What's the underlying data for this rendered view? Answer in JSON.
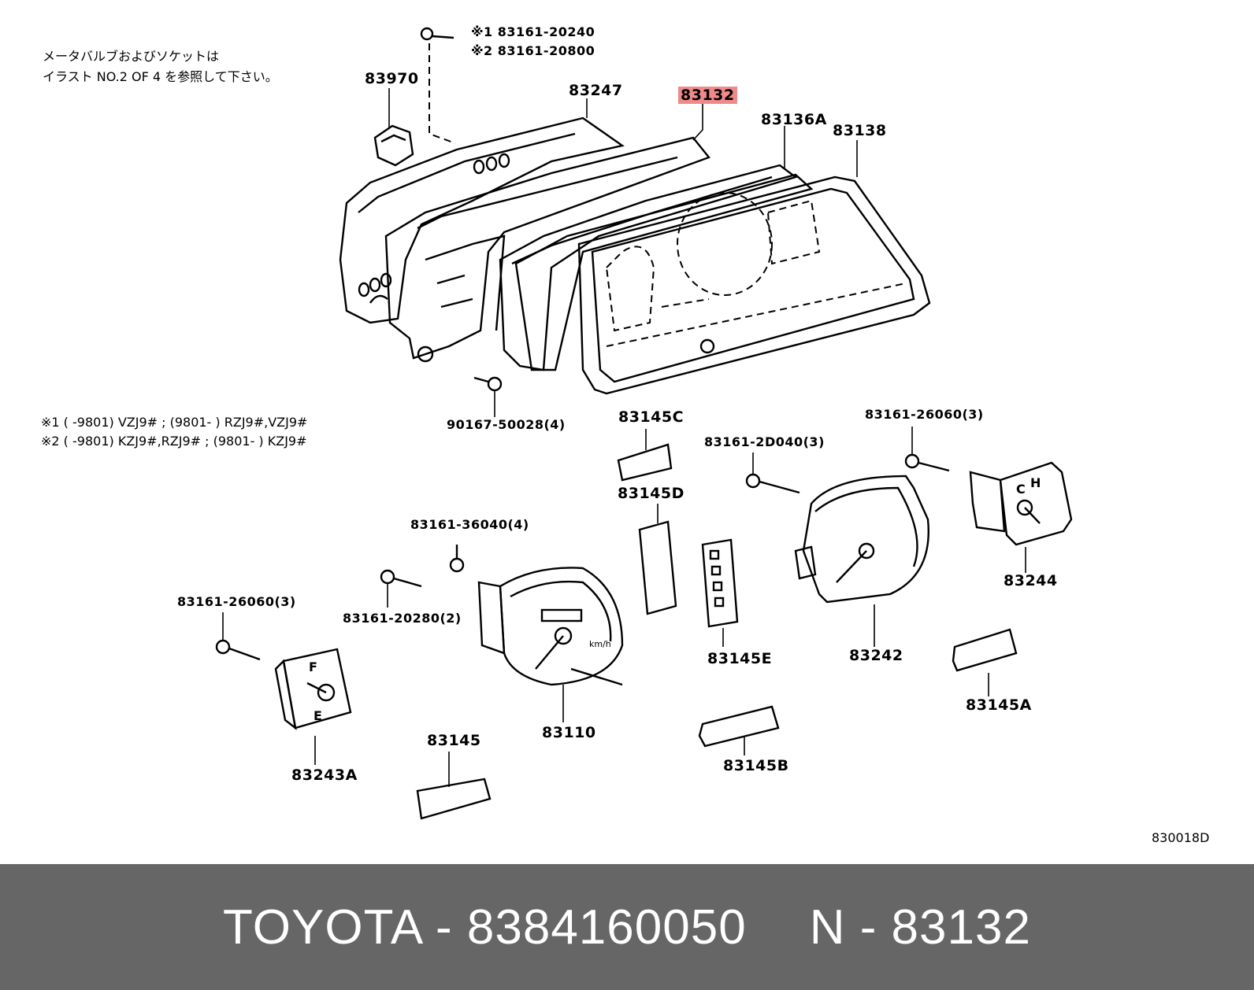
{
  "notes": {
    "bulb_note_line1": "メータバルブおよびソケットは",
    "bulb_note_line2": "イラスト  NO.2 OF 4 を参照して下さい。",
    "star1_line": "※1 (       -9801) VZJ9# ; (9801-       ) RZJ9#,VZJ9#",
    "star2_line": "※2 (       -9801) KZJ9#,RZJ9# ; (9801-       ) KZJ9#",
    "screw_star1": "※1 83161-20240",
    "screw_star2": "※2 83161-20800"
  },
  "parts": {
    "p83970": "83970",
    "p83247": "83247",
    "p83132": "83132",
    "p83136a": "83136A",
    "p83138": "83138",
    "p90167": "90167-50028(4)",
    "p83145c": "83145C",
    "p83145d": "83145D",
    "p83161_26060_right": "83161-26060(3)",
    "p83161_2d040": "83161-2D040(3)",
    "p83161_36040": "83161-36040(4)",
    "p83161_26060_left": "83161-26060(3)",
    "p83161_20280": "83161-20280(2)",
    "p83244": "83244",
    "p83242": "83242",
    "p83145e": "83145E",
    "p83145a": "83145A",
    "p83110": "83110",
    "p83145": "83145",
    "p83145b": "83145B",
    "p83243a": "83243A"
  },
  "gauge_marks": {
    "fuel_full": "F",
    "fuel_empty": "E",
    "speed_unit": "km/h",
    "temp_hot": "H",
    "temp_cold": "C"
  },
  "diagram_code": "830018D",
  "footer": {
    "brand_part": "TOYOTA - 8384160050",
    "ref": "N - 83132"
  },
  "highlight_color": "#f08a8a"
}
